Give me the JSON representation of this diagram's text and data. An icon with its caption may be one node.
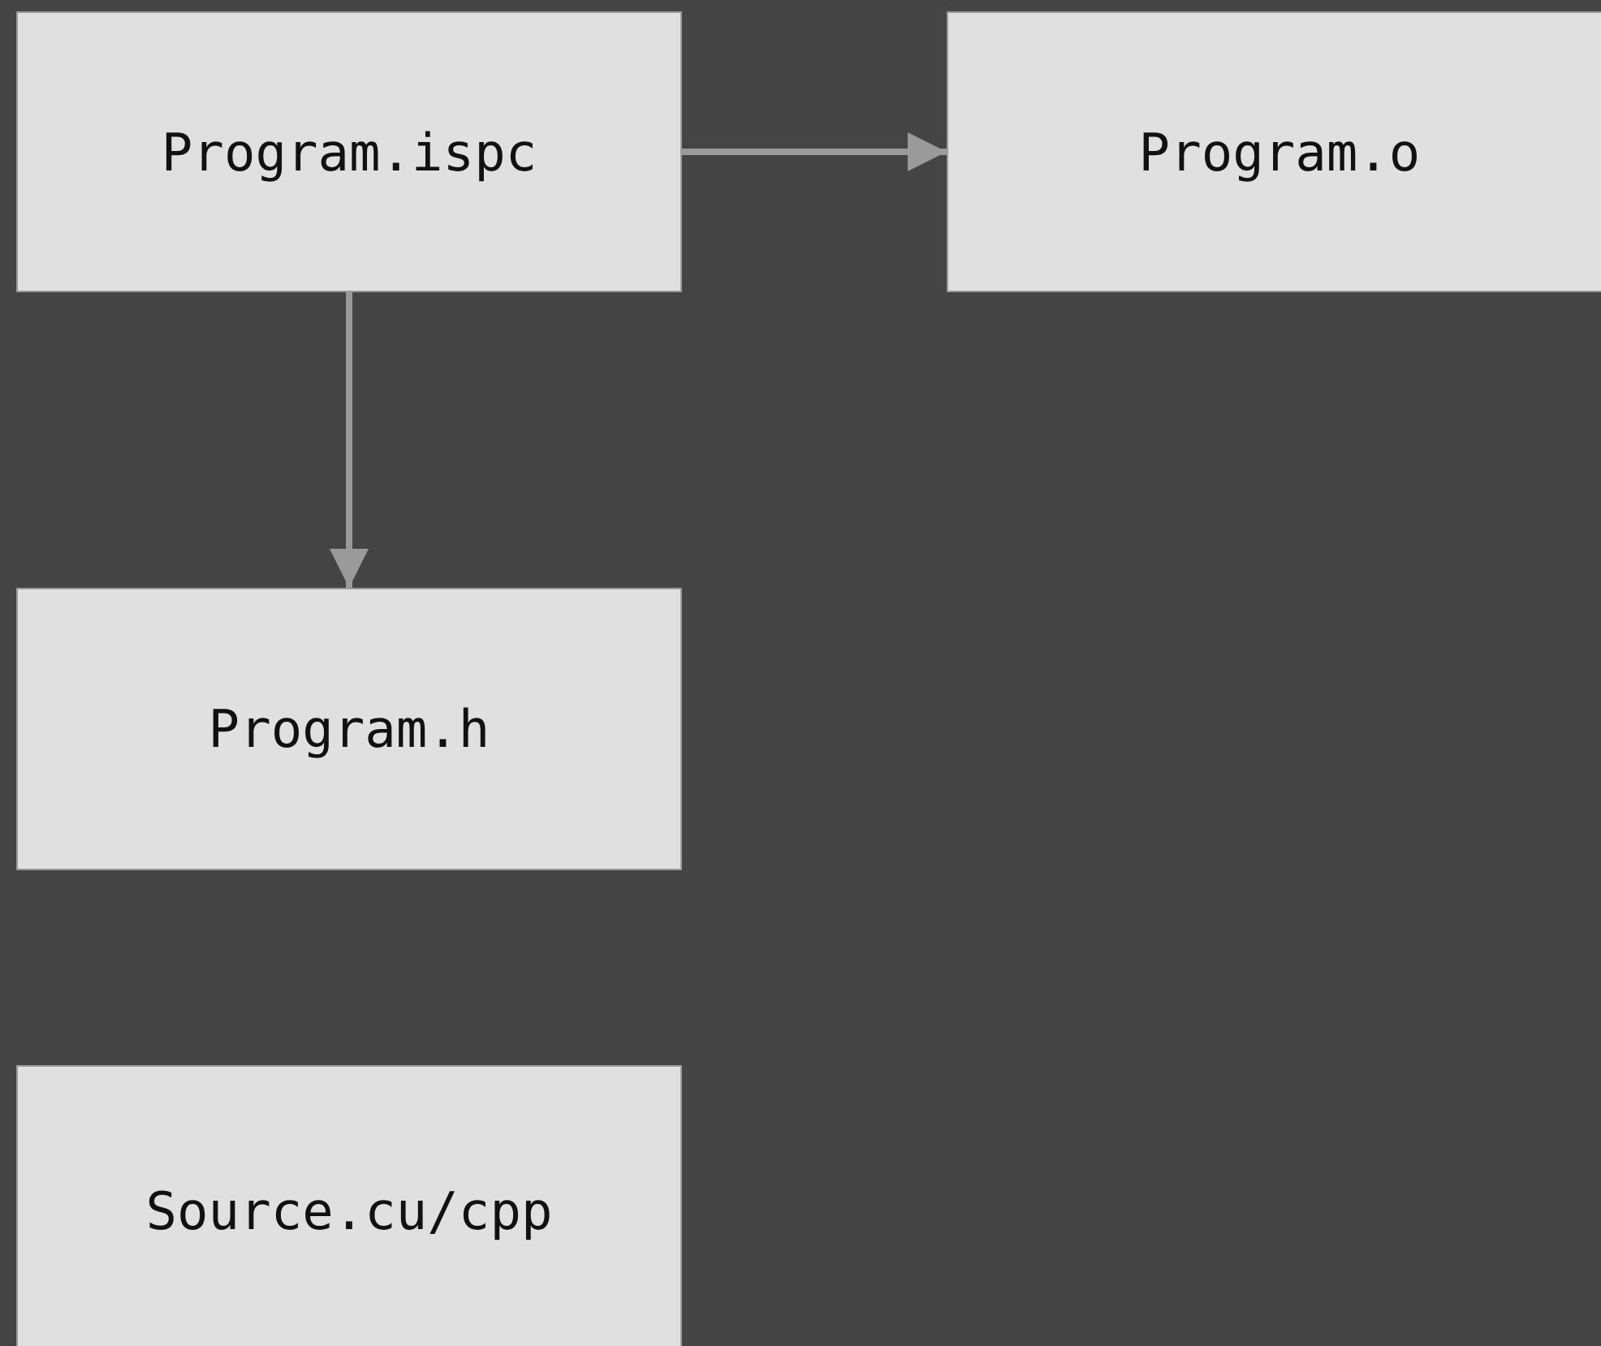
{
  "diagram": {
    "nodes": [
      {
        "text": [
          "Program.ispc"
        ]
      },
      {
        "text": [
          "Program.o"
        ]
      },
      {
        "text": [
          "Program.h"
        ]
      },
      {
        "text": [
          "Source.cu/cpp"
        ]
      }
    ],
    "edges": [
      {
        "from": 0,
        "to": 1,
        "arrow": "to"
      },
      {
        "from": 0,
        "to": 2,
        "arrow": "to"
      }
    ]
  }
}
